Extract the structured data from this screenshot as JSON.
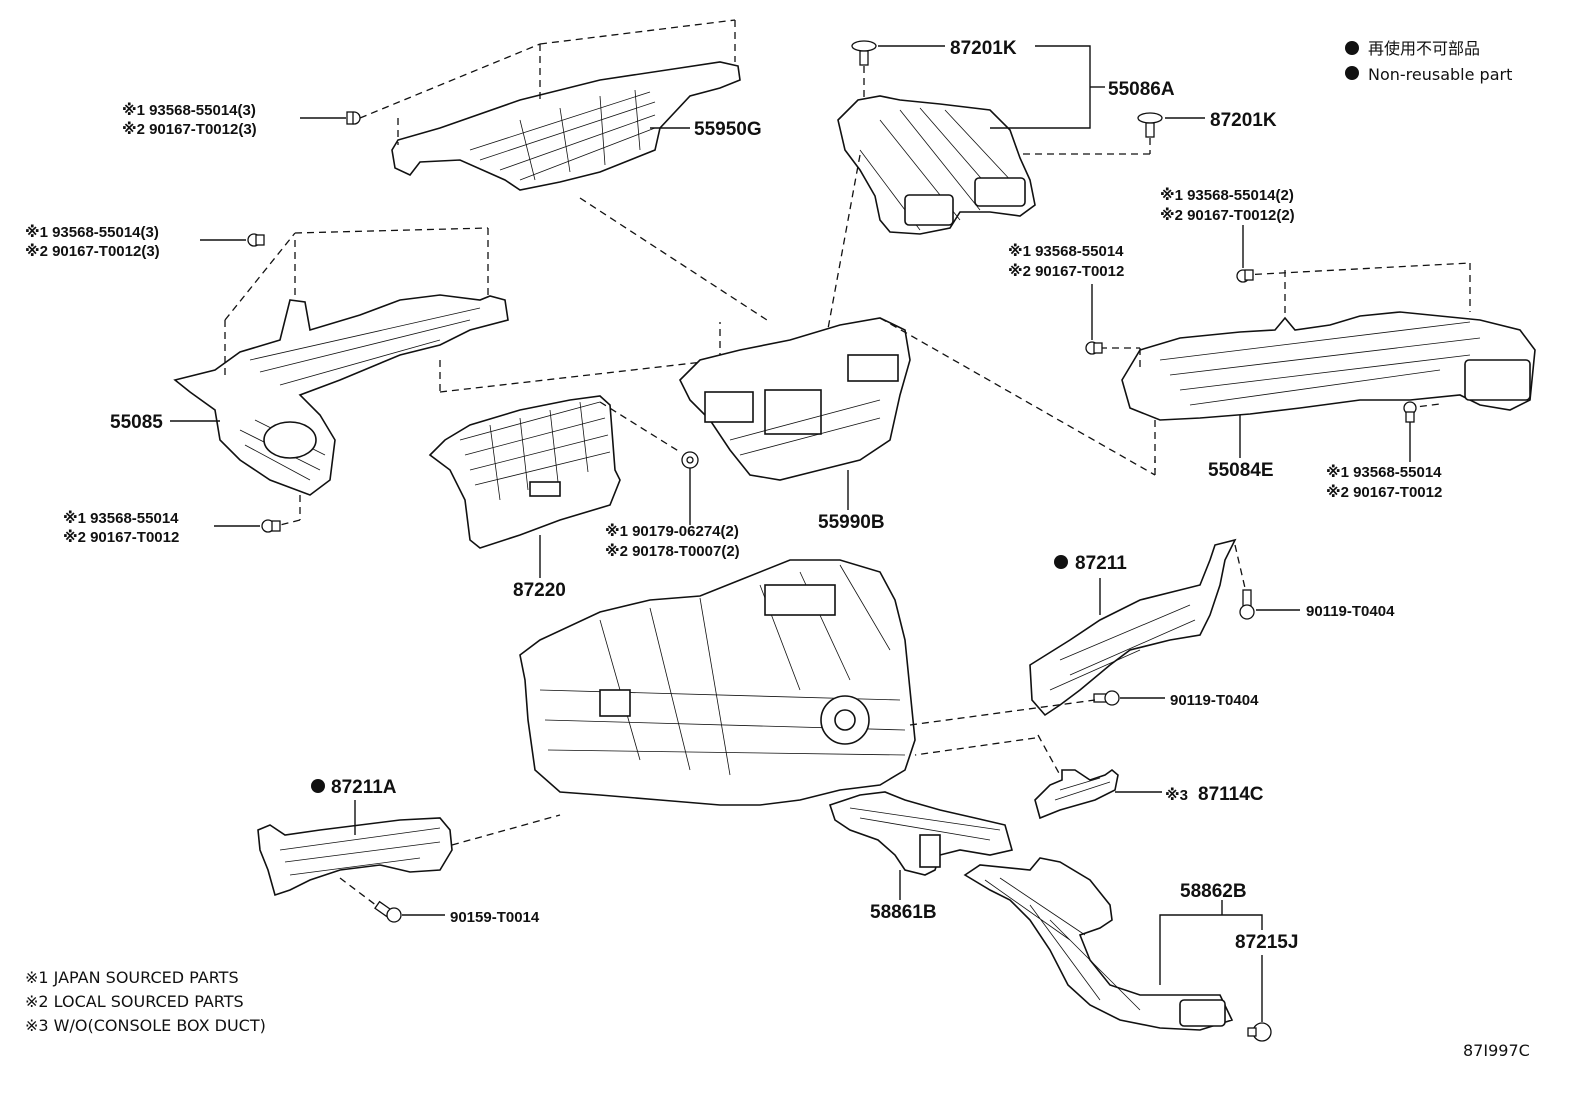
{
  "legend": {
    "jp": "再使用不可部品",
    "en": "Non-reusable part"
  },
  "parts": {
    "p55950G": "55950G",
    "p87201K_a": "87201K",
    "p87201K_b": "87201K",
    "p55086A": "55086A",
    "p55085": "55085",
    "p87220": "87220",
    "p55990B": "55990B",
    "p55084E": "55084E",
    "p87211": "87211",
    "p87211A": "87211A",
    "p87114C": "87114C",
    "p58861B": "58861B",
    "p58862B": "58862B",
    "p87215J": "87215J"
  },
  "fasteners": {
    "f1a": "※1 93568-55014(3)",
    "f1b": "※2 90167-T0012(3)",
    "f2a": "※1 93568-55014(3)",
    "f2b": "※2 90167-T0012(3)",
    "f3a": "※1 93568-55014",
    "f3b": "※2 90167-T0012",
    "f4a": "※1 90179-06274(2)",
    "f4b": "※2 90178-T0007(2)",
    "f5a": "※1 93568-55014(2)",
    "f5b": "※2 90167-T0012(2)",
    "f6a": "※1 93568-55014",
    "f6b": "※2 90167-T0012",
    "f7a": "※1 93568-55014",
    "f7b": "※2 90167-T0012",
    "f8": "90119-T0404",
    "f9": "90119-T0404",
    "f10": "90159-T0014",
    "f11prefix": "※3"
  },
  "footnotes": [
    "※1 JAPAN SOURCED PARTS",
    "※2 LOCAL SOURCED PARTS",
    "※3 W/O(CONSOLE BOX DUCT)"
  ],
  "diagram_id": "87I997C"
}
